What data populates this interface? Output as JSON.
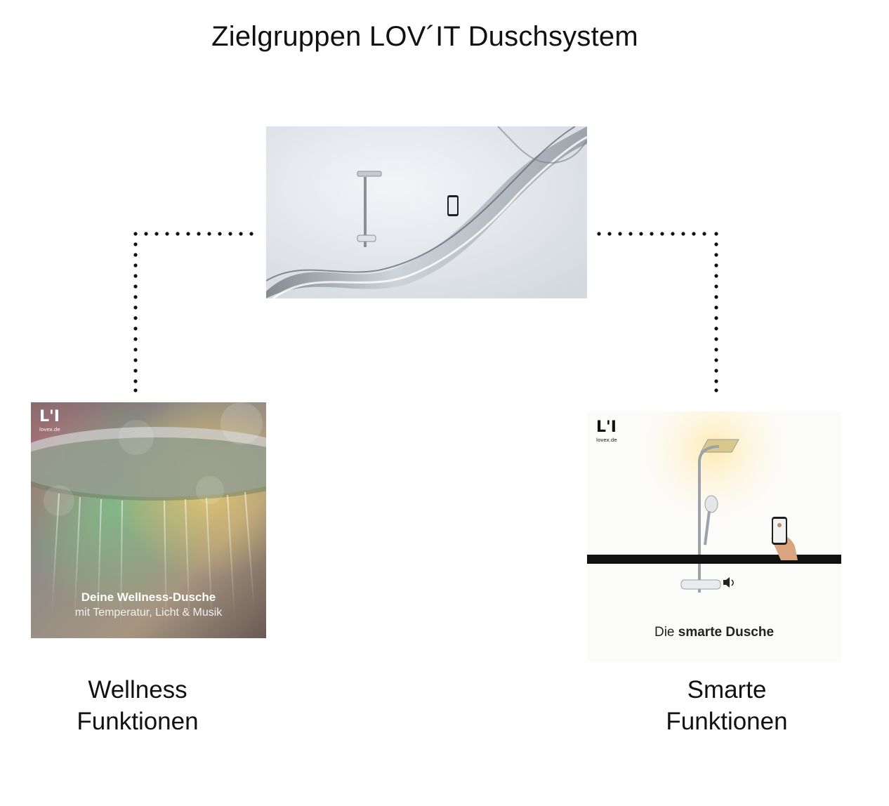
{
  "title": "Zielgruppen LOV´IT Duschsystem",
  "top_image": {
    "icon": "shower-water-splash-image"
  },
  "left_card": {
    "logo_text": "L'I",
    "logo_sub": "lovex.de",
    "headline": "Deine Wellness-Dusche",
    "subline": "mit Temperatur, Licht & Musik",
    "label_line1": "Wellness",
    "label_line2": "Funktionen"
  },
  "right_card": {
    "logo_text": "L'I",
    "logo_sub": "lovex.de",
    "caption_prefix": "Die",
    "caption_bold": "smarte Dusche",
    "label_line1": "Smarte",
    "label_line2": "Funktionen"
  },
  "colors": {
    "text": "#111111",
    "dots": "#111111",
    "background": "#ffffff"
  }
}
